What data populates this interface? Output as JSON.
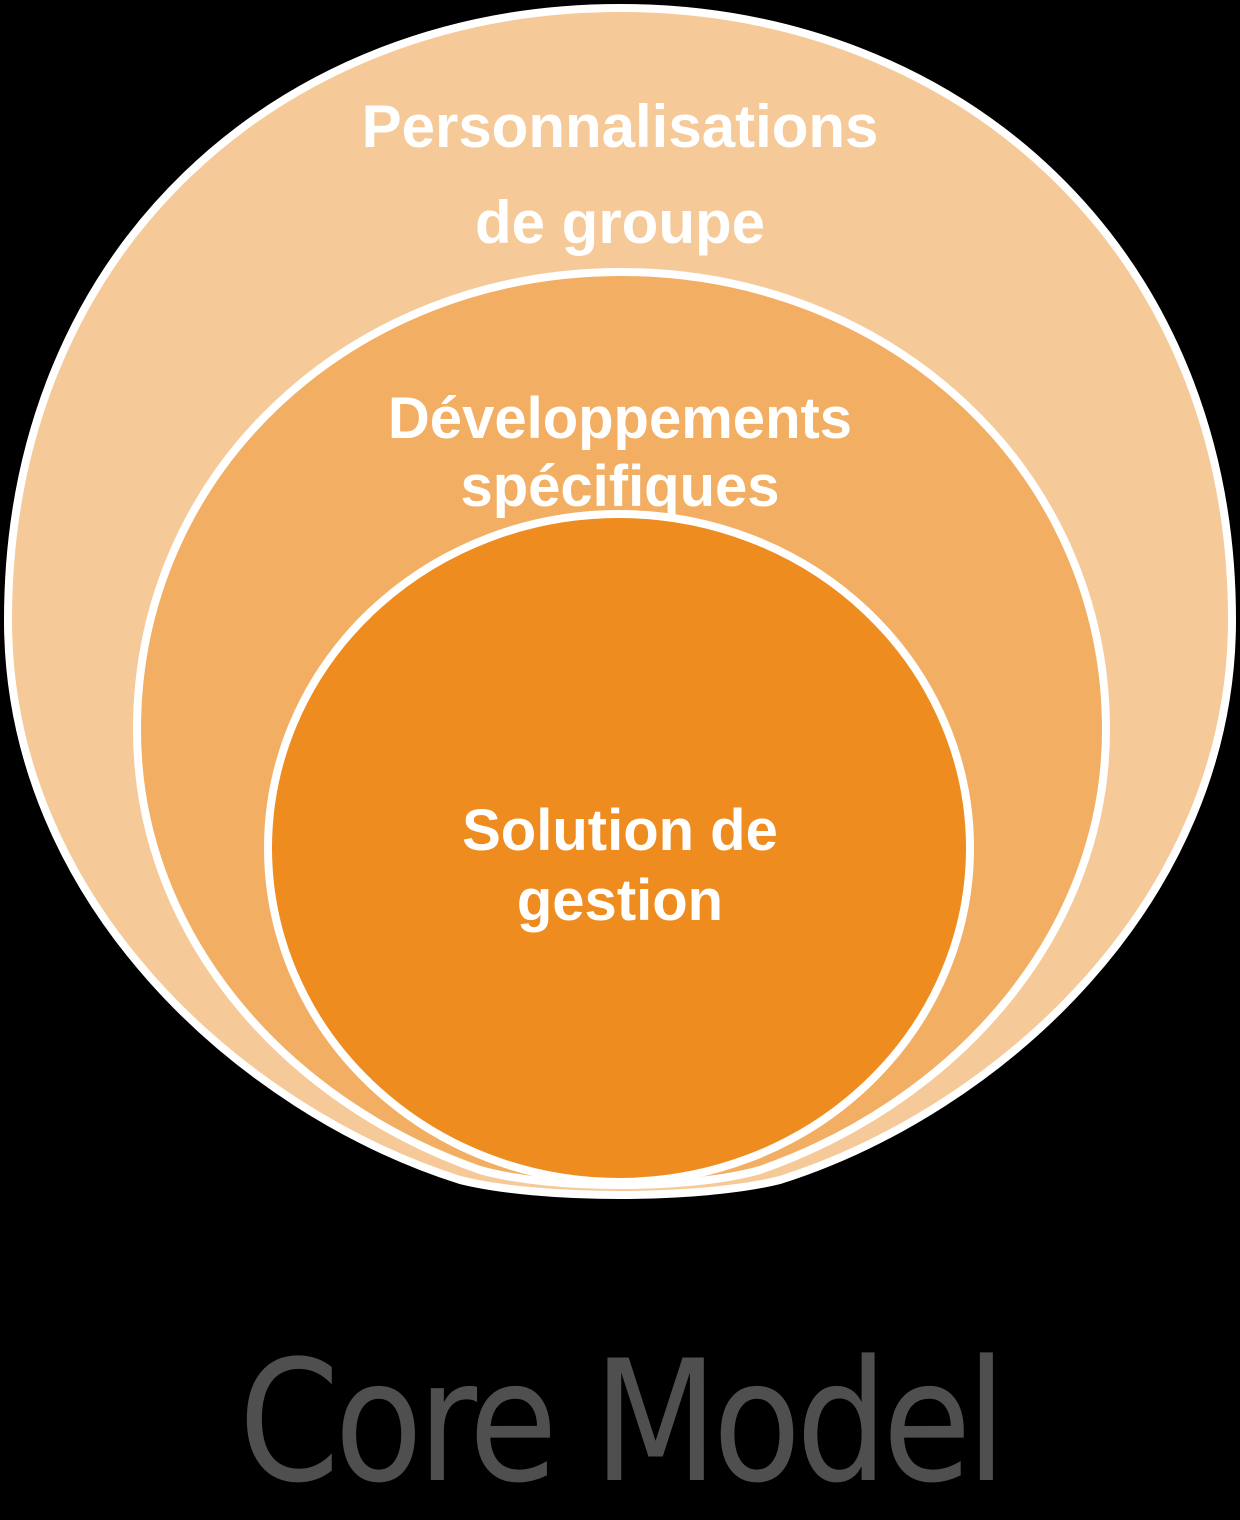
{
  "diagram": {
    "type": "nested-circles",
    "layers": [
      {
        "id": "outer",
        "label_lines": [
          "Personnalisations",
          "de groupe"
        ],
        "fill": "#F6C998"
      },
      {
        "id": "middle",
        "label_lines": [
          "Développements",
          "spécifiques"
        ],
        "fill": "#F2AE62"
      },
      {
        "id": "inner",
        "label_lines": [
          "Solution de",
          "gestion"
        ],
        "fill": "#EE8C1F"
      }
    ],
    "border_color": "#FFFFFF",
    "label_color": "#FFFFFF"
  },
  "caption": {
    "text": "Core Model",
    "color": "#4F4F4F"
  },
  "background": "#000000"
}
